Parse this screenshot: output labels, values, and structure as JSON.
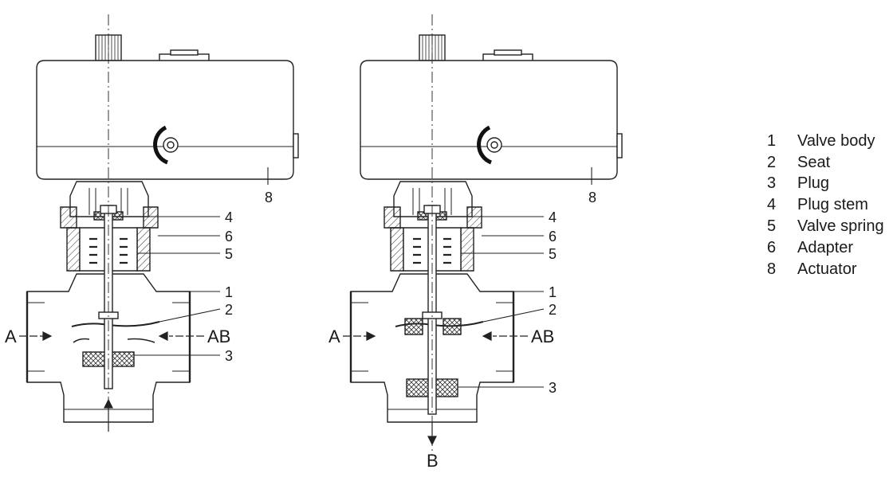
{
  "views": [
    {
      "inlet_left": "A",
      "outlet_right": "AB",
      "port_bottom": "",
      "callouts": {
        "actuator": "8",
        "plug_stem": "4",
        "adapter": "6",
        "valve_spring": "5",
        "valve_body": "1",
        "seat": "2",
        "plug": "3"
      }
    },
    {
      "inlet_left": "A",
      "outlet_right": "AB",
      "port_bottom": "B",
      "callouts": {
        "actuator": "8",
        "plug_stem": "4",
        "adapter": "6",
        "valve_spring": "5",
        "valve_body": "1",
        "seat": "2",
        "plug": "3"
      }
    }
  ],
  "legend": [
    {
      "number": "1",
      "label": "Valve body"
    },
    {
      "number": "2",
      "label": "Seat"
    },
    {
      "number": "3",
      "label": "Plug"
    },
    {
      "number": "4",
      "label": "Plug stem"
    },
    {
      "number": "5",
      "label": "Valve spring"
    },
    {
      "number": "6",
      "label": "Adapter"
    },
    {
      "number": "8",
      "label": "Actuator"
    }
  ]
}
